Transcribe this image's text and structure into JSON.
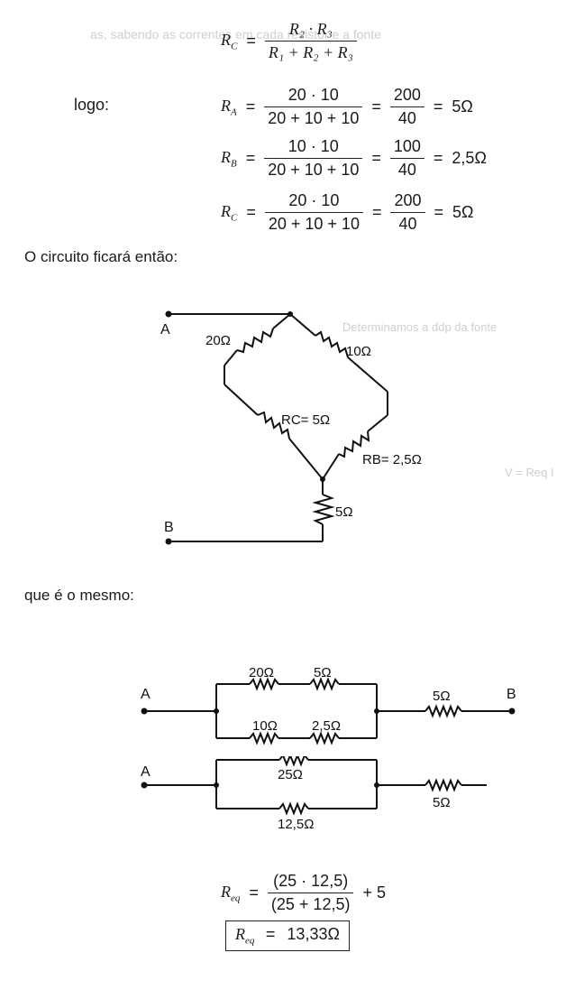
{
  "ghost_bleed": {
    "line1": "as, sabendo as correntes em cada resistor e a fonte",
    "line2": "Determinamos a ddp da fonte",
    "line3": "V = Req I"
  },
  "formula_rc_general": {
    "lhs_var": "R",
    "lhs_sub": "C",
    "num": "R₂ · R₃",
    "den": "R₁ + R₂ + R₃"
  },
  "logo_label": "logo:",
  "results": [
    {
      "var": "R",
      "sub": "A",
      "num": "20 · 10",
      "den": "20 + 10 + 10",
      "num2": "200",
      "den2": "40",
      "value": "5Ω"
    },
    {
      "var": "R",
      "sub": "B",
      "num": "10 · 10",
      "den": "20 + 10 + 10",
      "num2": "100",
      "den2": "40",
      "value": "2,5Ω"
    },
    {
      "var": "R",
      "sub": "C",
      "num": "20 · 10",
      "den": "20 + 10 + 10",
      "num2": "200",
      "den2": "40",
      "value": "5Ω"
    }
  ],
  "circuit_intro": "O circuito ficará então:",
  "circuit1": {
    "node_a": "A",
    "node_b": "B",
    "r1": "20Ω",
    "r2": "10Ω",
    "rc": "RC= 5Ω",
    "rb": "RB= 2,5Ω",
    "r5": "5Ω"
  },
  "same_intro": "que é o mesmo:",
  "circuit2": {
    "node_a": "A",
    "node_b": "B",
    "top_r1": "20Ω",
    "top_r2": "5Ω",
    "bot_r1": "10Ω",
    "bot_r2": "2,5Ω",
    "series_r": "5Ω"
  },
  "circuit3": {
    "node_a": "A",
    "top_r": "25Ω",
    "bot_r": "12,5Ω",
    "series_r": "5Ω"
  },
  "final_formula": {
    "var": "R",
    "sub": "eq",
    "num": "(25 · 12,5)",
    "den": "(25 + 12,5)",
    "plus": "+ 5"
  },
  "final_answer": {
    "var": "R",
    "sub": "eq",
    "value": "13,33Ω"
  }
}
